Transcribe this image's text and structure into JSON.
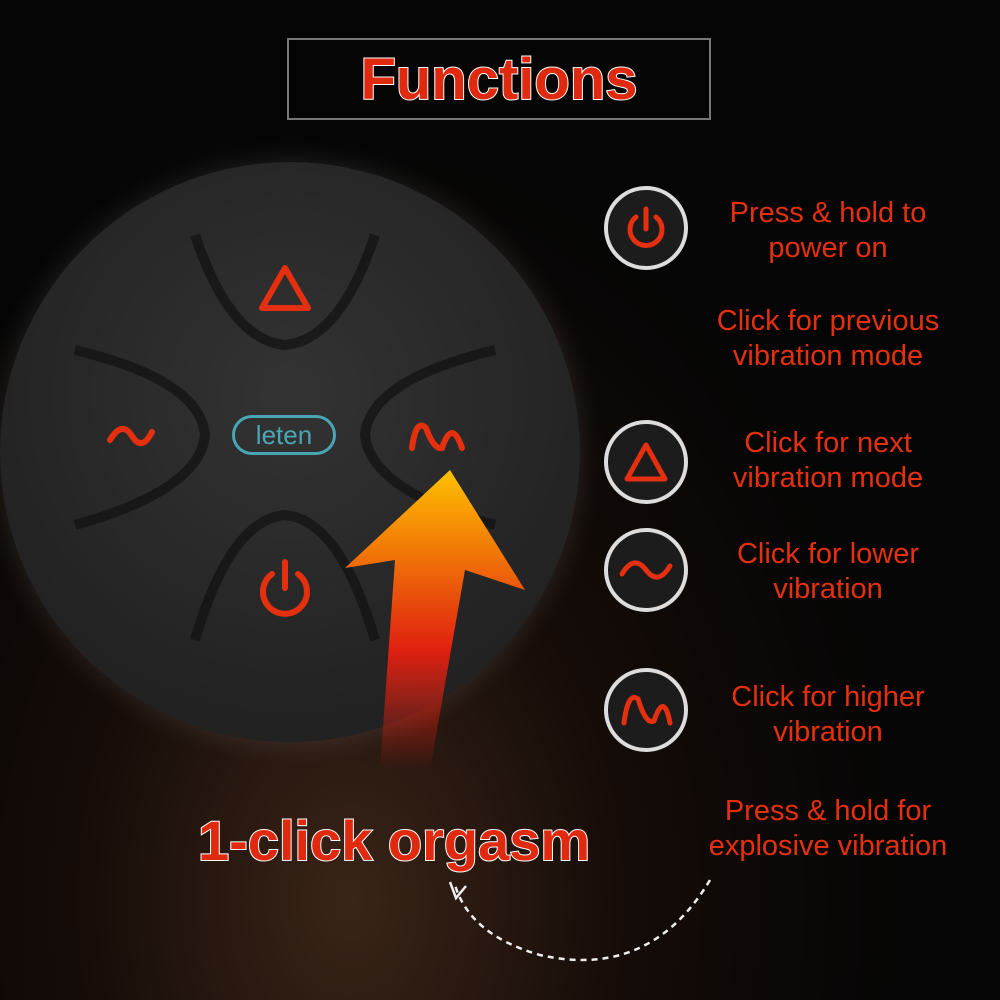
{
  "title": "Functions",
  "logo": "leten",
  "legend": [
    {
      "icon": "power-icon",
      "lines": [
        "Press & hold to",
        "power on"
      ]
    },
    {
      "icon": "none",
      "lines": [
        "Click for previous",
        "vibration mode"
      ]
    },
    {
      "icon": "triangle-icon",
      "lines": [
        "Click for next",
        "vibration mode"
      ]
    },
    {
      "icon": "low-wave-icon",
      "lines": [
        "Click for lower",
        "vibration"
      ]
    },
    {
      "icon": "high-wave-icon",
      "lines": [
        "Click for higher",
        "vibration"
      ]
    },
    {
      "icon": "none",
      "lines": [
        "Press & hold for",
        "explosive vibration"
      ]
    }
  ],
  "bottom_label": "1-click orgasm",
  "colors": {
    "accent": "#e53010",
    "logo": "#4aa6b5",
    "arrow_top": "#ffc000",
    "arrow_bottom": "#e02010"
  }
}
